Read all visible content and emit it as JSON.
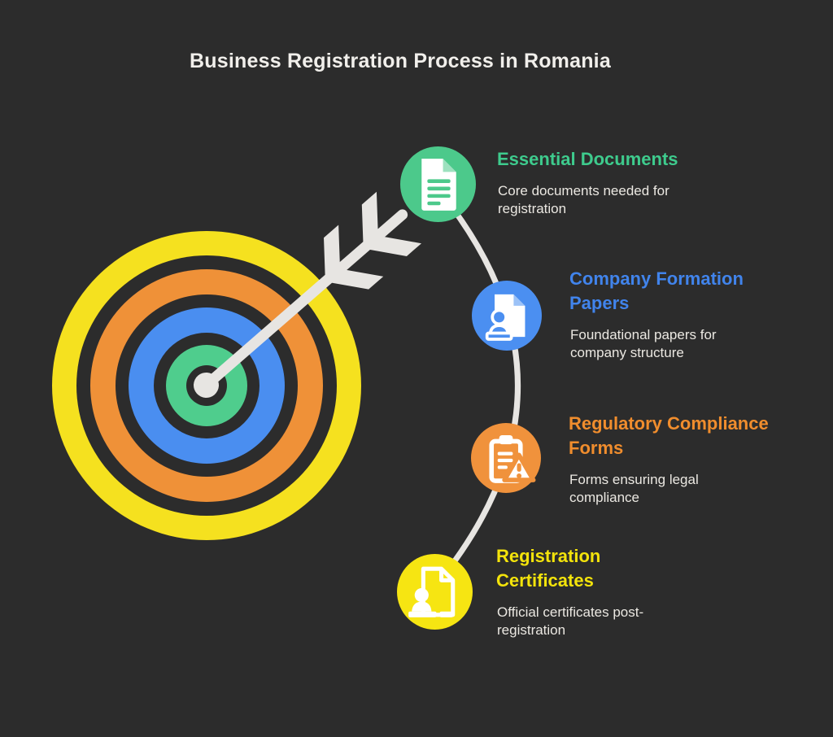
{
  "title": "Business Registration Process in Romania",
  "colors": {
    "background": "#2c2c2c",
    "title_text": "#f1efeb",
    "description_text": "#ebe8e2",
    "connector_line": "#e7e5e2",
    "arrow": "#e7e5e2",
    "target_yellow": "#f5e11f",
    "target_orange": "#ef9138",
    "target_blue": "#4a8ef0",
    "target_green": "#4fcd8d",
    "target_gap": "#2c2c2c"
  },
  "steps": [
    {
      "title": "Essential Documents",
      "description": "Core documents needed for\nregistration",
      "circle_color": "#4cc98b",
      "title_color": "#3ecb8d",
      "icon": "document-icon"
    },
    {
      "title": "Company Formation\nPapers",
      "description": "Foundational papers for\ncompany structure",
      "circle_color": "#4b8ff1",
      "title_color": "#4184ec",
      "icon": "stamp-document-icon"
    },
    {
      "title": "Regulatory Compliance\nForms",
      "description": "Forms ensuring legal\ncompliance",
      "circle_color": "#f0923c",
      "title_color": "#f08d2d",
      "icon": "clipboard-warning-icon"
    },
    {
      "title": "Registration\nCertificates",
      "description": "Official certificates post-\nregistration",
      "circle_color": "#f6e512",
      "title_color": "#f3e30b",
      "icon": "certificate-stamp-icon"
    }
  ]
}
